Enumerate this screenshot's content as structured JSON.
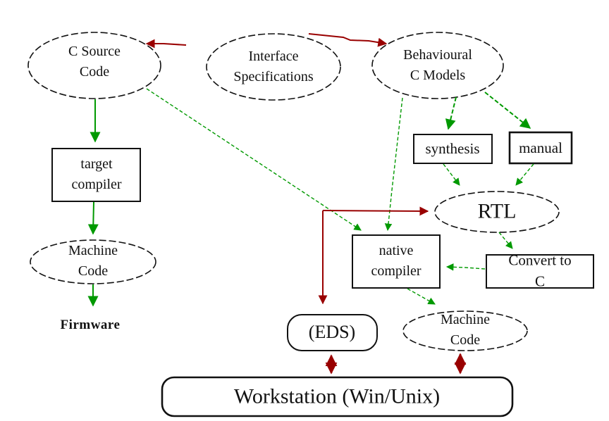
{
  "diagram": {
    "kind": "design-flow-diagram",
    "colors": {
      "background": "#ffffff",
      "flow_arrow_green": "#009900",
      "annotation_arrow_red": "#990000",
      "outline_ink": "#111111"
    },
    "nodes": {
      "c_source_code": {
        "label": "C Source\nCode",
        "shape": "ellipse"
      },
      "interface_specifications": {
        "label": "Interface\nSpecifications",
        "shape": "ellipse"
      },
      "behavioural_c_models": {
        "label": "Behavioural\nC Models",
        "shape": "ellipse"
      },
      "target_compiler": {
        "label": "target\ncompiler",
        "shape": "rect"
      },
      "machine_code_left": {
        "label": "Machine\nCode",
        "shape": "ellipse"
      },
      "firmware": {
        "label": "Firmware",
        "shape": "text"
      },
      "synthesis": {
        "label": "synthesis",
        "shape": "rect"
      },
      "manual": {
        "label": "manual",
        "shape": "rect"
      },
      "rtl": {
        "label": "RTL",
        "shape": "ellipse"
      },
      "native_compiler": {
        "label": "native\ncompiler",
        "shape": "rect"
      },
      "convert_to_c": {
        "label": "Convert to C",
        "shape": "rect"
      },
      "eds": {
        "label": "(EDS)",
        "shape": "rounded-rect"
      },
      "machine_code_right": {
        "label": "Machine\nCode",
        "shape": "ellipse"
      },
      "workstation": {
        "label": "Workstation (Win/Unix)",
        "shape": "rounded-rect"
      }
    }
  }
}
